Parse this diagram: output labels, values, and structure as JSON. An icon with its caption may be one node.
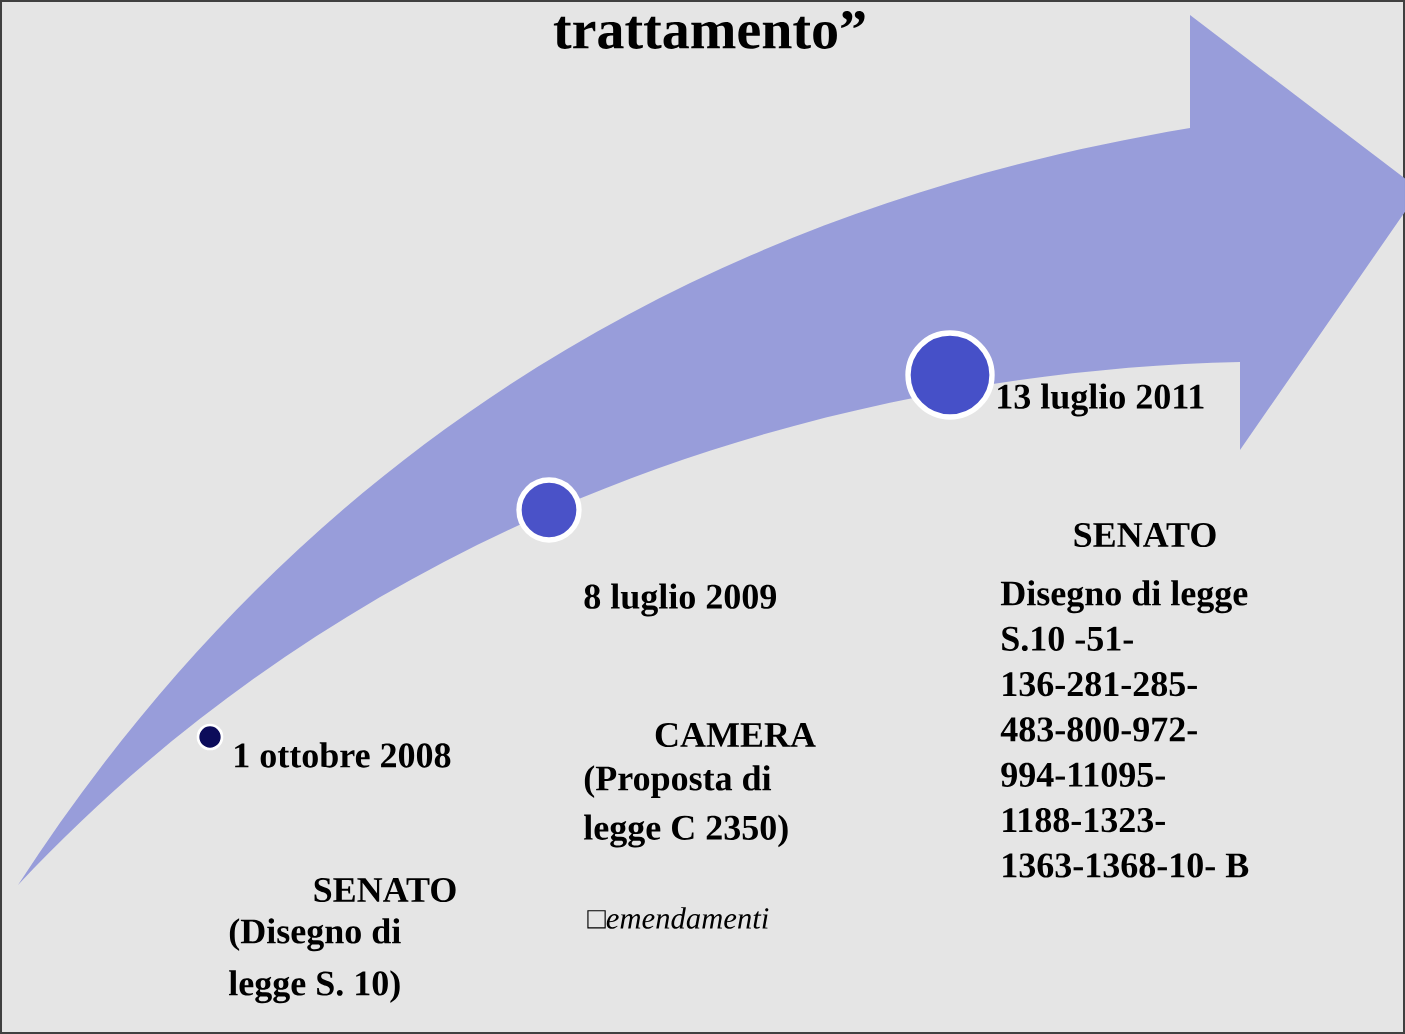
{
  "diagram": {
    "title": "trattamento”",
    "nodes": [
      {
        "text": [],
        "shape": "circle",
        "beside": [
          "1 ottobre 2008"
        ]
      },
      {
        "text": [],
        "shape": "circle",
        "beside": [
          "8 luglio 2009"
        ]
      },
      {
        "text": [],
        "shape": "circle",
        "beside": [
          "13 luglio 2011"
        ]
      }
    ],
    "labels": [
      "SENATO",
      "(Disegno di legge S. 10)",
      "CAMERA",
      "(Proposta di legge C 2350)",
      "□*emendamenti*",
      "SENATO",
      "Disegno di legge S.10 -51- 136-281-285- 483-800-972- 994-11095- 1188-1323- 1363-1368-10- B"
    ]
  }
}
